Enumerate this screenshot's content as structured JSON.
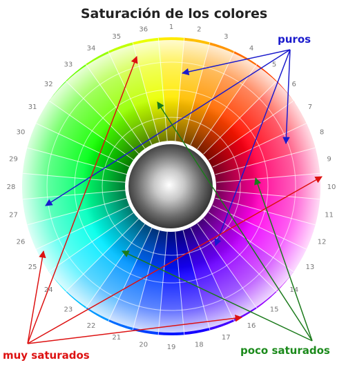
{
  "title": "Saturación de los colores",
  "labels": {
    "pure": "puros",
    "high": "muy saturados",
    "low": "poco saturados"
  },
  "sector_numbers": [
    "1",
    "2",
    "3",
    "4",
    "5",
    "6",
    "7",
    "8",
    "9",
    "10",
    "11",
    "12",
    "13",
    "14",
    "15",
    "16",
    "17",
    "18",
    "19",
    "20",
    "21",
    "22",
    "23",
    "24",
    "25",
    "26",
    "27",
    "28",
    "29",
    "30",
    "31",
    "32",
    "33",
    "34",
    "35",
    "36"
  ],
  "colors": {
    "pure_arrows": "#1a1acc",
    "high_arrows": "#dd1111",
    "low_arrows": "#1b7a1b",
    "pure_label": "#1a1acc",
    "high_label": "#dd1111",
    "low_label": "#1b8a1b",
    "number_text": "#777777"
  }
}
